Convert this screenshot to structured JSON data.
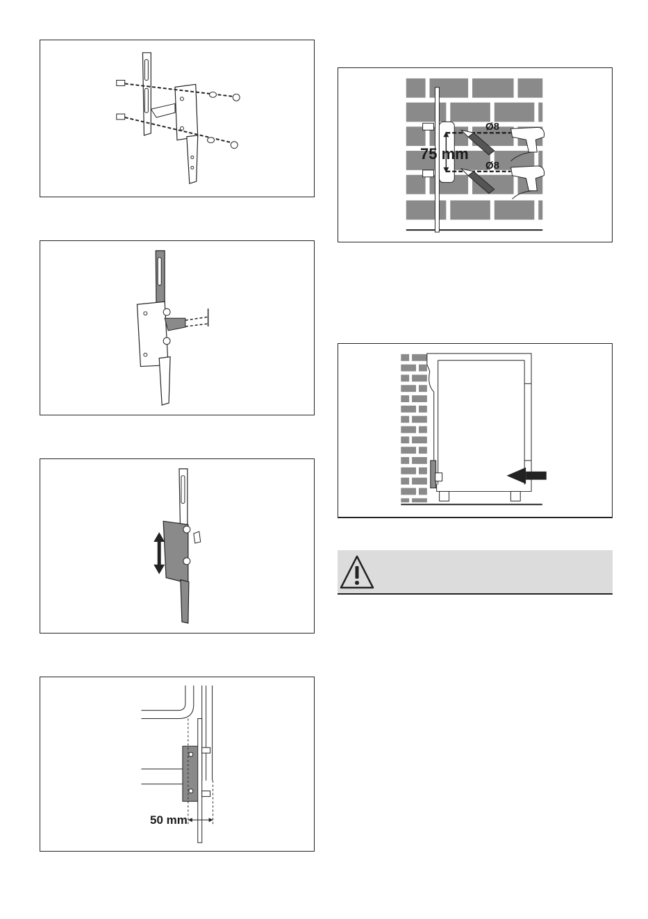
{
  "figures": {
    "wall_drill": {
      "dimension_label": "75 mm",
      "drill_diameter_top": "Ø8",
      "drill_diameter_bottom": "Ø8"
    },
    "bracket_gap": {
      "dimension_label": "50 mm"
    }
  },
  "warning": {
    "icon": "warning-triangle-icon"
  },
  "colors": {
    "line": "#222222",
    "bracket_fill": "#8a8a8a",
    "warning_bg": "#dcdcdc"
  }
}
